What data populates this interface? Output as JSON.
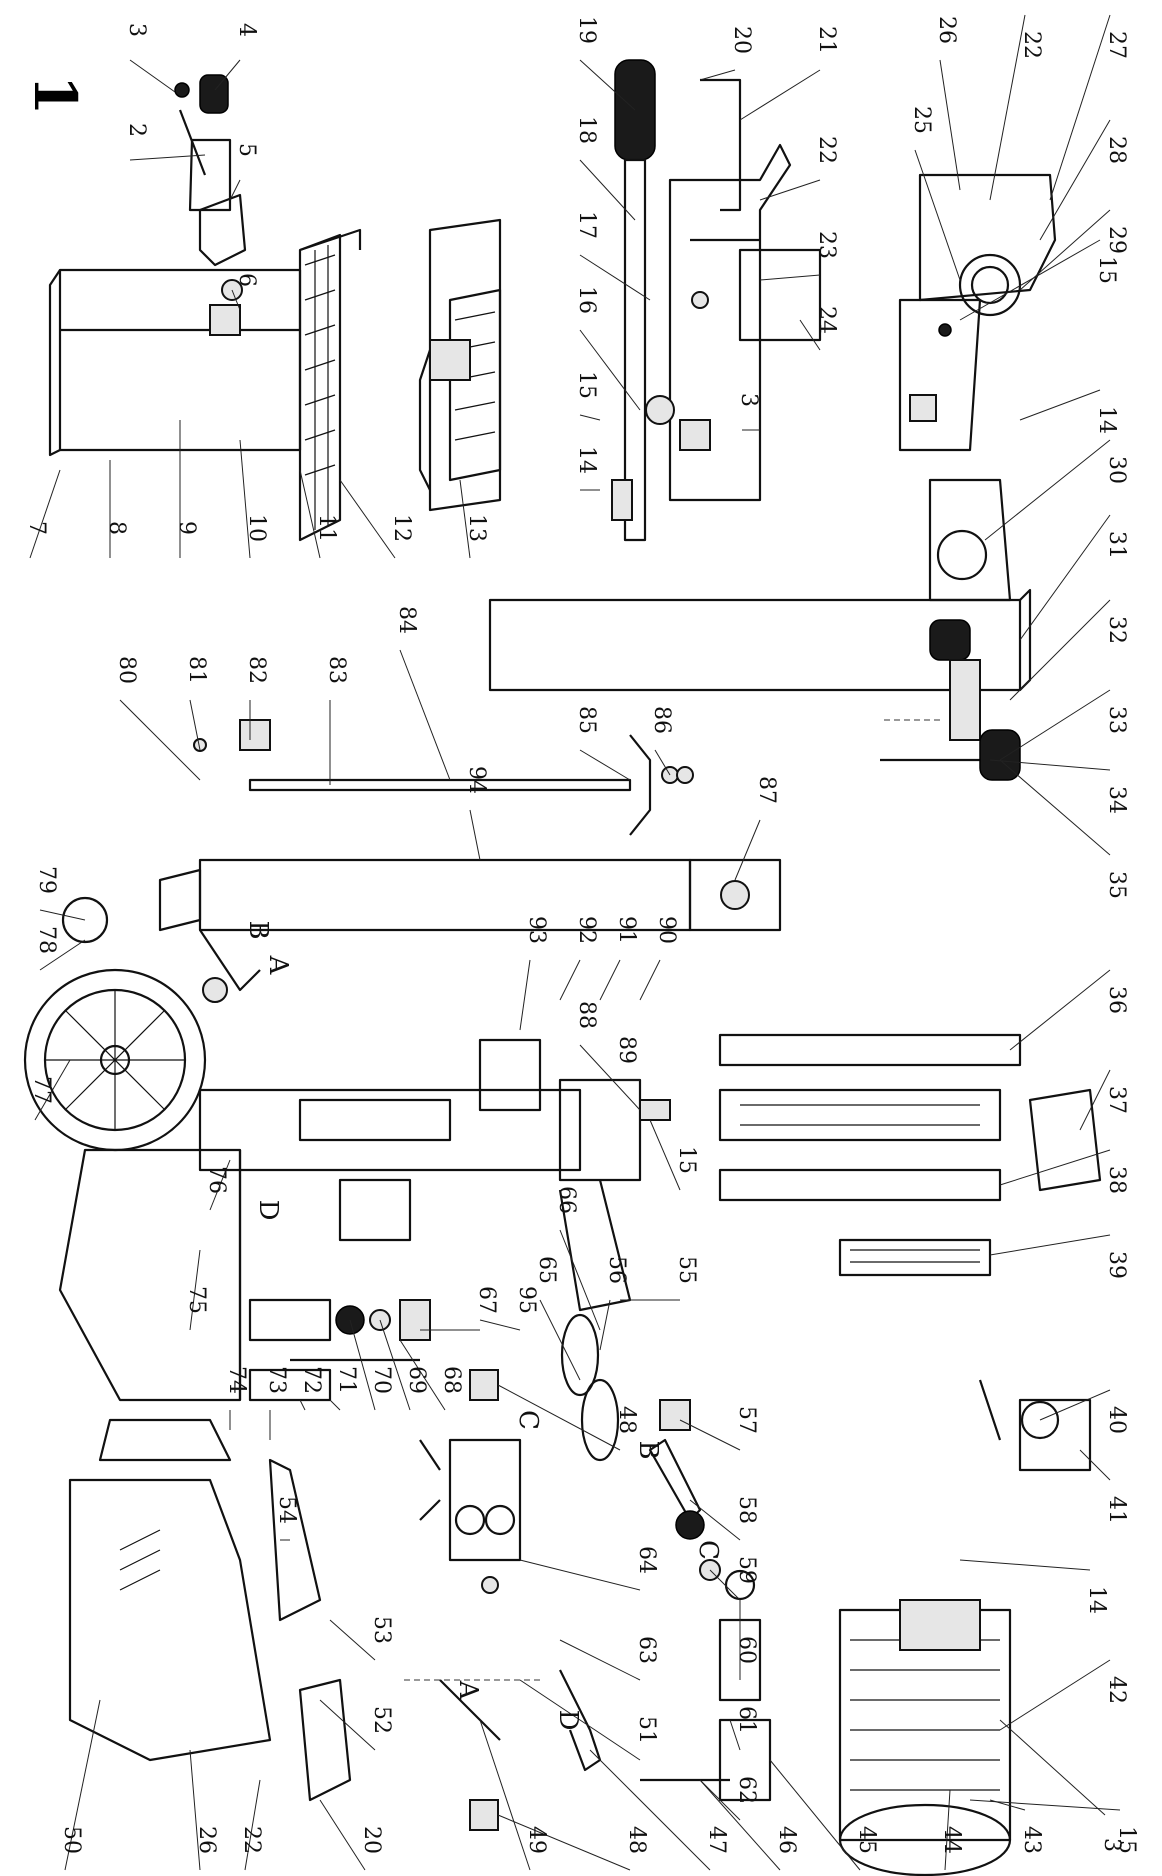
{
  "figure": {
    "number": "1",
    "connector_letters": [
      "A",
      "B",
      "C",
      "D"
    ],
    "part_numbers": [
      "2",
      "3",
      "4",
      "5",
      "6",
      "7",
      "8",
      "9",
      "10",
      "11",
      "12",
      "13",
      "14",
      "15",
      "16",
      "17",
      "18",
      "19",
      "20",
      "21",
      "22",
      "23",
      "24",
      "25",
      "26",
      "27",
      "28",
      "29",
      "30",
      "31",
      "32",
      "33",
      "34",
      "35",
      "36",
      "37",
      "38",
      "39",
      "40",
      "41",
      "42",
      "43",
      "44",
      "45",
      "46",
      "47",
      "48",
      "49",
      "50",
      "51",
      "52",
      "53",
      "54",
      "55",
      "56",
      "57",
      "58",
      "59",
      "60",
      "61",
      "62",
      "63",
      "64",
      "65",
      "66",
      "67",
      "68",
      "69",
      "70",
      "71",
      "72",
      "73",
      "74",
      "75",
      "76",
      "77",
      "78",
      "79",
      "80",
      "81",
      "82",
      "83",
      "84",
      "85",
      "86",
      "87",
      "88",
      "89",
      "90",
      "91",
      "92",
      "93",
      "94",
      "95"
    ]
  }
}
